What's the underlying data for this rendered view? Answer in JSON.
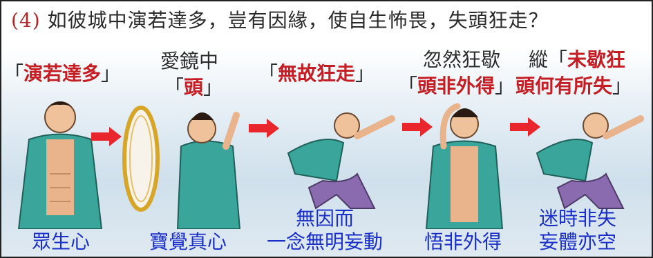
{
  "heading": {
    "number": "(4)",
    "text": "如彼城中演若達多，豈有因緣，使自生怖畏，失頭狂走？"
  },
  "panels": [
    {
      "top": [
        "「",
        "演若達多",
        "」"
      ],
      "bottom": [
        "眾生心"
      ]
    },
    {
      "top_line1": "愛鏡中",
      "top_line2": [
        "「",
        "頭",
        "」"
      ],
      "bottom": [
        "寶覺真心"
      ]
    },
    {
      "top": [
        "「",
        "無故狂走",
        "」"
      ],
      "bottom": [
        "無因而",
        "一念無明妄動"
      ]
    },
    {
      "top_line1": "忽然狂歇",
      "top_line2": [
        "「",
        "頭非外得",
        "」"
      ],
      "bottom": [
        "悟非外得"
      ]
    },
    {
      "top_line1": [
        "縱",
        "「",
        "未歇狂"
      ],
      "top_line2": [
        "頭何有所失",
        "」"
      ],
      "bottom": [
        "迷時非失",
        "妄體亦空"
      ]
    }
  ],
  "colors": {
    "accent_red": "#c41e24",
    "text_blue": "#1a2fc9",
    "arrow_red": "#e8262b"
  },
  "icons": [
    "arrow-right-icon",
    "arrow-right-icon",
    "arrow-right-icon",
    "arrow-right-icon"
  ]
}
